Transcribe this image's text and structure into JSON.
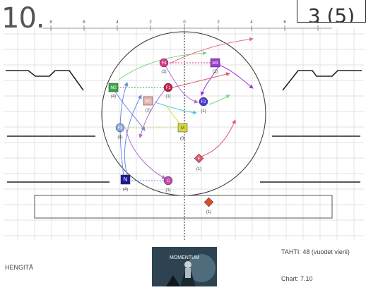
{
  "page_number": "10.",
  "corner_label": "3 (5)",
  "axis_ticks": [
    "8",
    "6",
    "4",
    "2",
    "0",
    "2",
    "4",
    "6",
    "8"
  ],
  "pieces": [
    {
      "label": "F4",
      "sub": "(1)",
      "shape": "circle",
      "color": "#d63a8e"
    },
    {
      "label": "M3",
      "sub": "(2)",
      "shape": "square",
      "color": "#9c3ad6"
    },
    {
      "label": "M2",
      "sub": "(4)",
      "shape": "square",
      "color": "#3aa845"
    },
    {
      "label": "F1",
      "sub": "(1)",
      "shape": "circle",
      "color": "#c0224a"
    },
    {
      "label": "M1",
      "sub": "(2)",
      "shape": "square",
      "color": "#e8b0ae"
    },
    {
      "label": "F2",
      "sub": "(1)",
      "shape": "circle",
      "color": "#4a3ad6"
    },
    {
      "label": "F3",
      "sub": "(4)",
      "shape": "circle",
      "color": "#8fa6e0"
    },
    {
      "label": "M",
      "sub": "(0)",
      "shape": "square",
      "color": "#d8d83a"
    },
    {
      "label": "F",
      "sub": "(1)",
      "shape": "diamond",
      "color": "#e35a70"
    },
    {
      "label": "N",
      "sub": "(4)",
      "shape": "square",
      "color": "#1a1a9c"
    },
    {
      "label": "C",
      "sub": "(1)",
      "shape": "circle",
      "color": "#c04ab0"
    },
    {
      "label": "",
      "sub": "(1)",
      "shape": "diamond",
      "color": "#e04a2a"
    }
  ],
  "footer": {
    "left_label": "HENGITÄ",
    "thumbnail_title": "MOMENTUM",
    "star_line": "TAHTI: 48 (vuodet vierii)",
    "chart_line": "Chart: 7.10"
  }
}
